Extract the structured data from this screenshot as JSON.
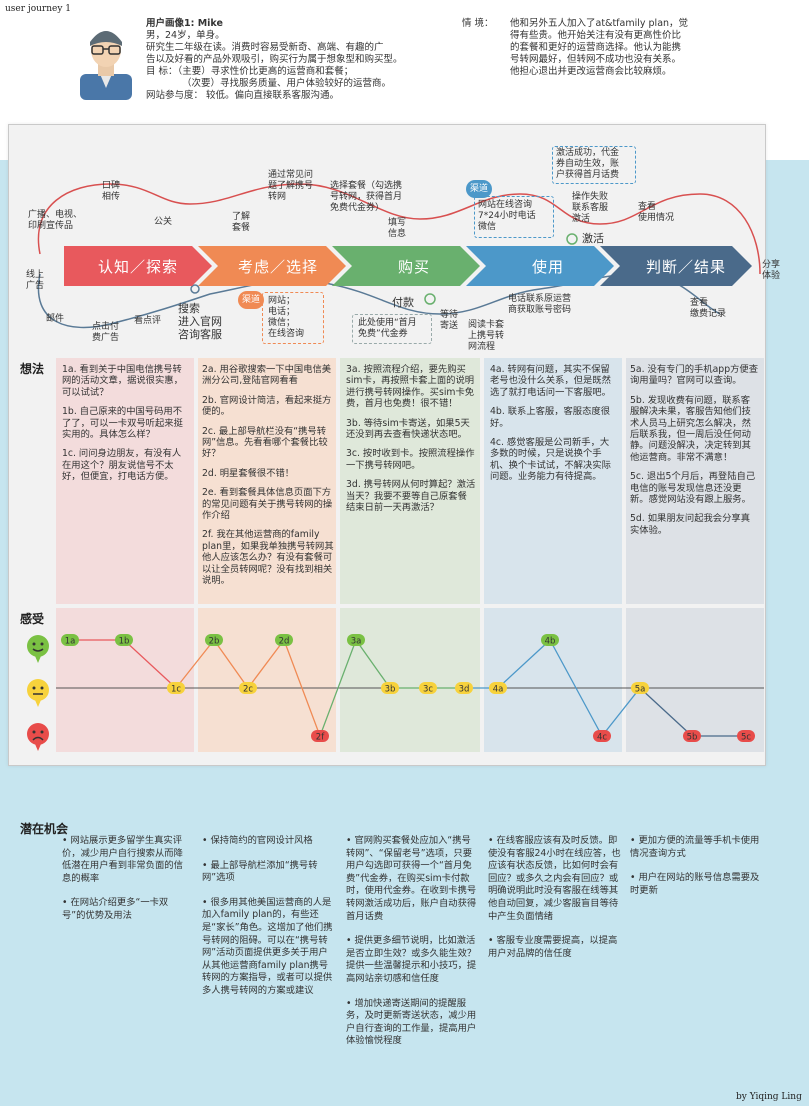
{
  "header_tag": "user journey 1",
  "persona": {
    "title": "用户画像1: Mike",
    "line1": "男，24岁，单身。",
    "line2": "研究生二年级在读。消费时容易受新奇、高端、有趣的广",
    "line3": "告以及好看的产品外观吸引，购买行为属于想象型和购买型。",
    "line4": "目    标：（主要）寻求性价比更高的运营商和套餐；",
    "line5": "（次要）寻找服务质量、用户体验较好的运营商。",
    "line6": "网站参与度：  较低。偏向直接联系客服沟通。"
  },
  "scenario": {
    "label": "情    境：",
    "line1": "他和另外五人加入了at&tfamily plan，觉",
    "line2": "得有些贵。他开始关注有没有更高性价比",
    "line3": "的套餐和更好的运营商选择。他认为能携",
    "line4": "号转网最好，但转网不成功也没有关系。",
    "line5": "他担心退出并更改运营商会比较麻烦。"
  },
  "stages": [
    "认知／探索",
    "考虑／选择",
    "购买",
    "使用",
    "判断／结果"
  ],
  "stage_colors": [
    "#e8595d",
    "#f08a54",
    "#69b06e",
    "#4c98c9",
    "#4a6a8a"
  ],
  "touchpoints": {
    "t_broadcast": "广播、电视、",
    "t_broadcast2": "印刷宣传品",
    "t_wom": "口碑",
    "t_wom2": "相传",
    "t_pr": "公关",
    "t_online_ad": "线上",
    "t_online_ad2": "广告",
    "t_mail": "邮件",
    "t_ppc": "点击付",
    "t_ppc2": "费广告",
    "t_review": "看点评",
    "t_learn": "了解",
    "t_learn2": "套餐",
    "t_faq": "通过常见问",
    "t_faq2": "题了解携号",
    "t_faq3": "转网",
    "t_search": "搜索",
    "t_search2": "进入官网",
    "t_search3": "咨询客服",
    "t_channel1": "渠道",
    "t_ch_list1": "网站；",
    "t_ch_list2": "电话；",
    "t_ch_list3": "微信；",
    "t_ch_list4": "在线咨询",
    "t_pick": "选择套餐（勾选携",
    "t_pick2": "号转网，获得首月",
    "t_pick3": "免费代金券）",
    "t_fill": "填写",
    "t_fill2": "信息",
    "t_pay": "付款",
    "t_coupon": "此处使用“首月",
    "t_coupon2": "免费”代金券",
    "t_wait": "等待",
    "t_wait2": "寄送",
    "t_read": "阅读卡套",
    "t_read2": "上携号转",
    "t_read3": "网流程",
    "t_channel2": "渠道",
    "t_ch2_1": "网站在线咨询",
    "t_ch2_2": "7*24小时电话",
    "t_ch2_3": "微信",
    "t_success": "激活成功，代金",
    "t_success2": "券自动生效，账",
    "t_success3": "户获得首月话费",
    "t_fail": "操作失败",
    "t_fail2": "联系客服",
    "t_fail3": "激活",
    "t_activate": "激活",
    "t_check": "查看",
    "t_check2": "使用情况",
    "t_call": "电话联系原运营",
    "t_call2": "商获取账号密码",
    "t_bill": "查看",
    "t_bill2": "缴费记录",
    "t_share": "分享",
    "t_share2": "体验"
  },
  "labels": {
    "thoughts": "想法",
    "feelings": "感受",
    "opportunities": "潜在机会"
  },
  "thoughts": [
    [
      "1a. 看到关于中国电信携号转网的活动文章，据说很实惠，可以试试？",
      "1b. 自己原来的中国号码用不了了，可以一卡双号听起来挺实用的。具体怎么样？",
      "1c. 问问身边朋友，有没有人在用这个？朋友说信号不太好，但便宜，打电话方便。"
    ],
    [
      "2a. 用谷歌搜索一下中国电信美洲分公司,登陆官网看看",
      "2b. 官网设计简洁，看起来挺方便的。",
      "2c. 最上部导航栏没有“携号转网”信息。先看看哪个套餐比较好？",
      "2d. 明星套餐很不错！",
      "2e. 看到套餐具体信息页面下方的常见问题有关于携号转网的操作介绍",
      "2f. 我在其他运营商的family plan里，如果我单独携号转网其他人应该怎么办？有没有套餐可以让全员转网呢？没有找到相关说明。"
    ],
    [
      "3a. 按照流程介绍，要先购买sim卡，再按照卡套上面的说明进行携号转网操作。买sim卡免费，首月也免费！很不错！",
      "3b. 等待sim卡寄送，如果5天还没到再去查看快递状态吧。",
      "3c. 按时收到卡。按照流程操作一下携号转网吧。",
      "3d. 携号转网从何时算起？激活当天？我要不要等自己原套餐结束日前一天再激活？"
    ],
    [
      "4a. 转网有问题，其实不保留老号也没什么关系，但是既然选了就打电话问一下客服吧。",
      "4b. 联系上客服，客服态度很好。",
      "4c. 感觉客服是公司新手，大多数的时候，只是说换个手机、换个卡试试，不解决实际问题。业务能力有待提高。"
    ],
    [
      "5a. 没有专门的手机app方便查询用量吗？官网可以查询。",
      "5b. 发现收费有问题，联系客服解决未果，客服告知他们技术人员马上研究怎么解决，然后联系我，但一周后没任何动静。问题没解决，决定转到其他运营商。非常不满意！",
      "5c. 退出5个月后，再登陆自己电信的账号发现信息还没更新。感觉网站没有跟上服务。",
      "5d. 如果朋友问起我会分享真实体验。"
    ]
  ],
  "emotion_nodes": [
    "1a",
    "1b",
    "1c",
    "2b",
    "2c",
    "2d",
    "2f",
    "3a",
    "3b",
    "3c",
    "3d",
    "4a",
    "4b",
    "4c",
    "5a",
    "5b",
    "5c"
  ],
  "emotion_levels": [
    1,
    1,
    0,
    1,
    0,
    1,
    -1,
    1,
    0,
    0,
    0,
    0,
    1,
    -1,
    0,
    -1,
    -1
  ],
  "emotion_colors": {
    "positive": "#7ac143",
    "neutral": "#f7d23c",
    "negative": "#e84c4a"
  },
  "opportunities": [
    [
      "• 网站展示更多留学生真实评价，减少用户自行搜索从而降低潜在用户看到非常负面的信息的概率",
      "• 在网站介绍更多“一卡双号”的优势及用法"
    ],
    [
      "• 保持简约的官网设计风格",
      "• 最上部导航栏添加“携号转网”选项",
      "• 很多用其他美国运营商的人是加入family plan的，有些还是“家长”角色。这增加了他们携号转网的阻碍。可以在“携号转网”活动页面提供更多关于用户从其他运营商family plan携号转网的方案指导，或者可以提供多人携号转网的方案或建议"
    ],
    [
      "• 官网购买套餐处应加入“携号转网”、“保留老号”选项，只要用户勾选即可获得一个“首月免费”代金券，在购买sim卡付款时，使用代金券。在收到卡携号转网激活成功后，账户自动获得首月话费",
      "• 提供更多细节说明，比如激活是否立即生效？或多久能生效？提供一些温馨提示和小技巧，提高网站亲切感和信任度",
      "• 增加快递寄送期间的提醒服务，及时更新寄送状态，减少用户自行查询的工作量，提高用户体验愉悦程度"
    ],
    [
      "• 在线客服应该有及时反馈。即使没有客服24小时在线应答，也应该有状态反馈，比如何时会有回应？或多久之内会有回应？或明确说明此时没有客服在线等其他自动回复，减少客服盲目等待中产生负面情绪",
      "• 客服专业度需要提高，以提高用户对品牌的信任度"
    ],
    [
      "• 更加方便的流量等手机卡使用情况查询方式",
      "• 用户在网站的账号信息需要及时更新"
    ]
  ],
  "footer": "by Yiqing Ling"
}
